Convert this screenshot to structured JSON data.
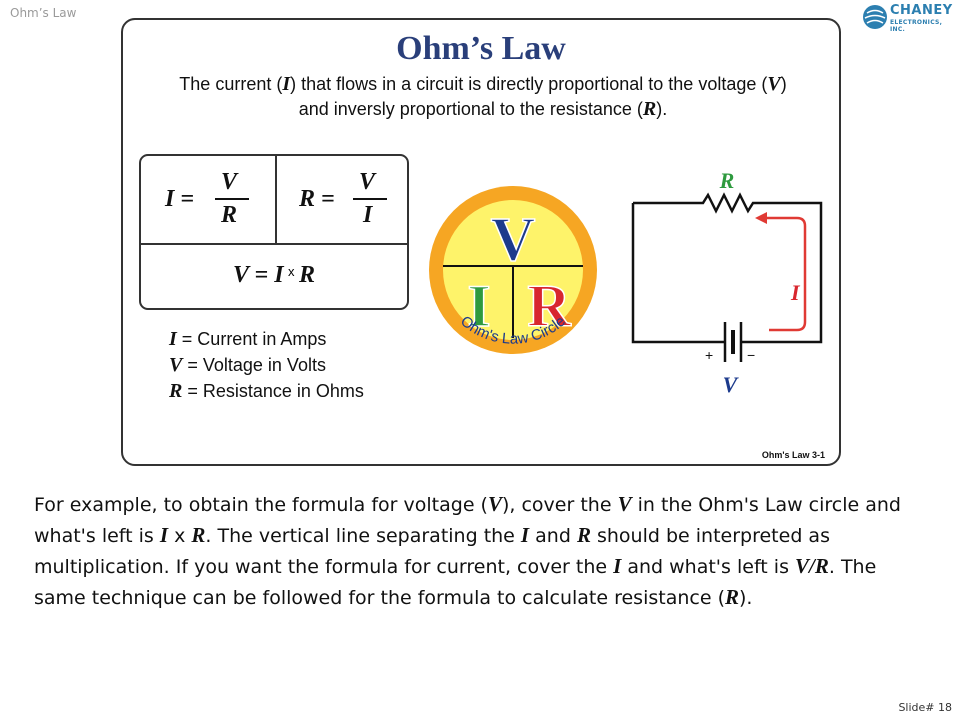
{
  "header": {
    "topic": "Ohm’s Law"
  },
  "logo": {
    "name": "CHANEY",
    "sub": "ELECTRONICS, INC."
  },
  "panel": {
    "title": "Ohm’s Law",
    "desc": {
      "p1": "The current (",
      "s1": "I",
      "p2": ") that flows in a circuit is directly proportional to the voltage (",
      "s2": "V",
      "p3": ") and inversly proportional to the resistance (",
      "s3": "R",
      "p4": ")."
    },
    "formulas": {
      "f1_left": "I =",
      "f1_num": "V",
      "f1_den": "R",
      "f2_left": "R =",
      "f2_num": "V",
      "f2_den": "I",
      "f3_a": "V = I",
      "f3_x": "x",
      "f3_b": "R"
    },
    "legend": [
      {
        "sym": "I",
        "text": " = Current in Amps"
      },
      {
        "sym": "V",
        "text": " = Voltage in Volts"
      },
      {
        "sym": "R",
        "text": " = Resistance in Ohms"
      }
    ],
    "circle": {
      "top": "V",
      "left": "I",
      "right": "R",
      "caption": "Ohm's Law Circle"
    },
    "circuit": {
      "resistor_label": "R",
      "current_label": "I",
      "voltage_label": "V",
      "plus": "+",
      "minus": "−"
    },
    "ref": "Ohm's Law 3-1"
  },
  "body": {
    "t1": "For example, to obtain the formula for voltage (",
    "v1": "V",
    "t2": "), cover the ",
    "v2": "V",
    "t3": " in the Ohm's Law circle and what's left is ",
    "i1": "I",
    "t4": " x ",
    "r1": "R",
    "t5": ". The vertical line separating the ",
    "i2": "I",
    "t6": " and ",
    "r2": "R",
    "t7": " should be interpreted as multiplication.  If you want the formula for current, cover the ",
    "i3": "I",
    "t8": " and what's left is ",
    "vr": "V/R",
    "t9": ".  The same technique can be followed for the formula to calculate resistance (",
    "r3": "R",
    "t10": ")."
  },
  "footer": {
    "slide": "Slide# 18"
  },
  "colors": {
    "title": "#2a3f7a",
    "circle_orange": "#f6a623",
    "circle_yellow": "#fef36a",
    "v_blue": "#1c3a8c",
    "i_green": "#2e9a3e",
    "r_red": "#d8262e",
    "wire": "#111111",
    "arrow_red": "#e03a34"
  }
}
